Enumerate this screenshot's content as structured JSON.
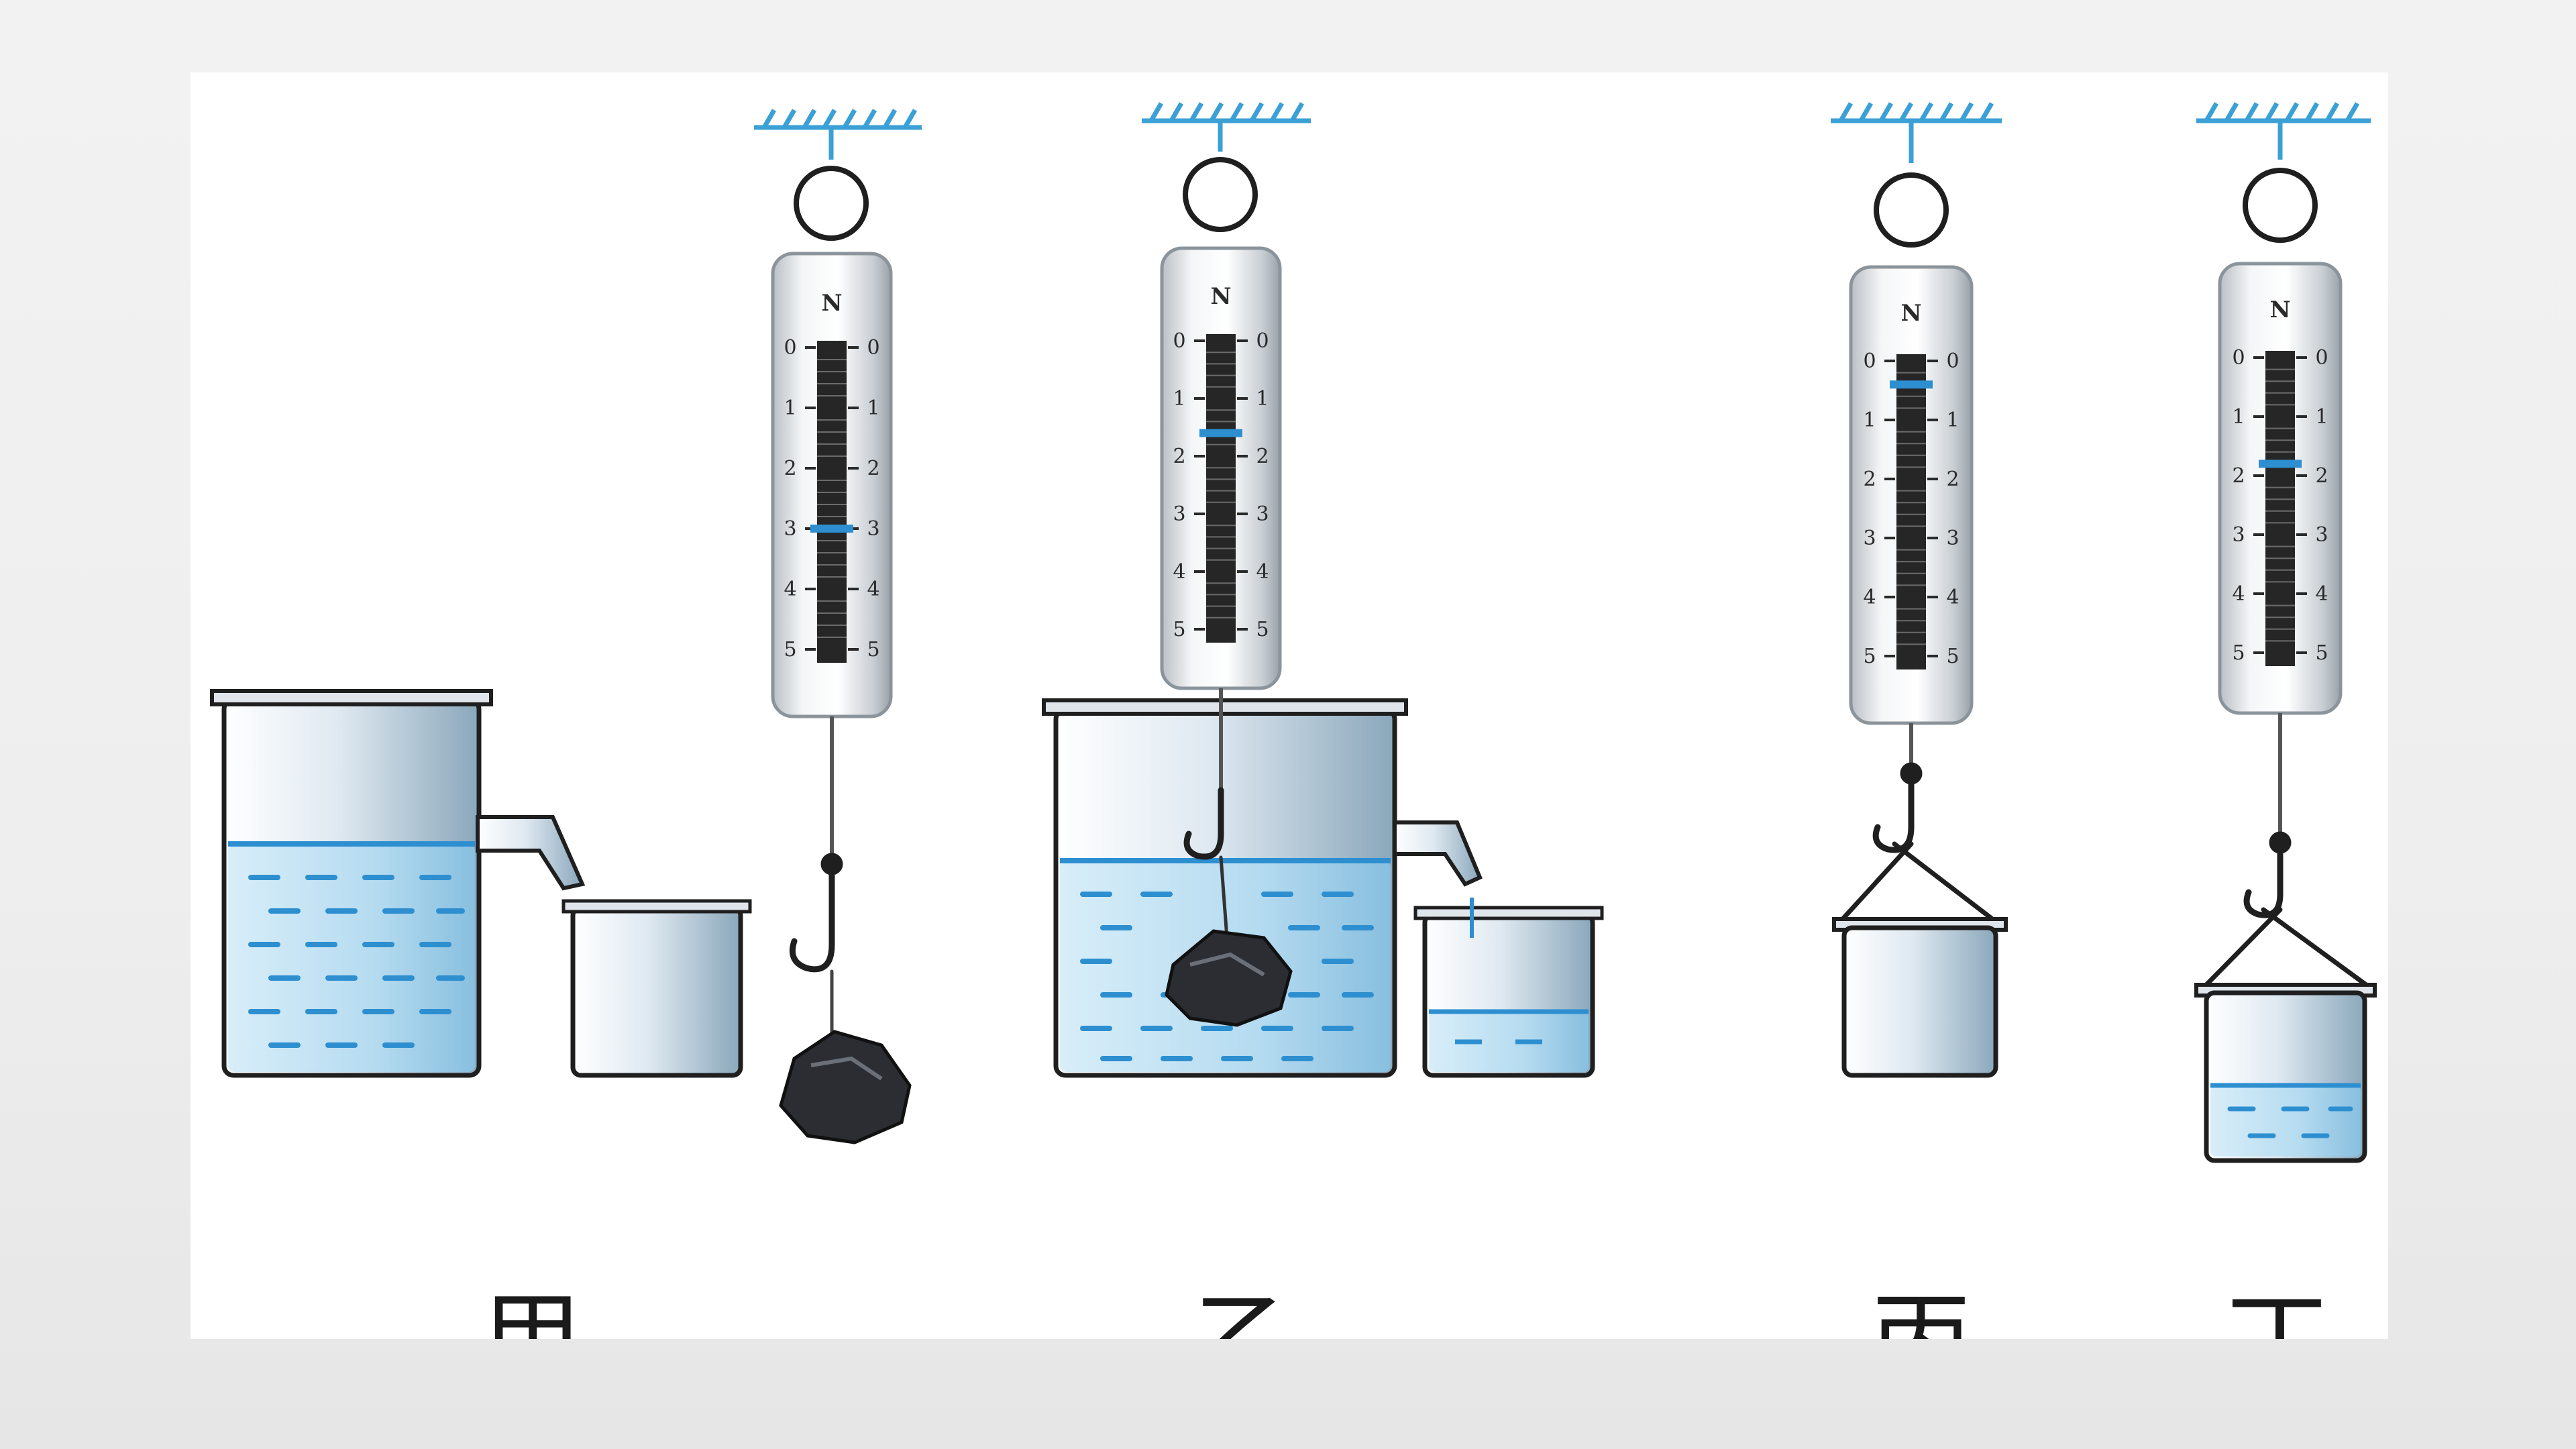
{
  "labels": {
    "jia": "甲",
    "yi": "乙",
    "bing": "丙",
    "ding": "丁"
  },
  "scale": {
    "unit": "N",
    "ticks": [
      "0",
      "1",
      "2",
      "3",
      "4",
      "5"
    ]
  },
  "readings": {
    "jia": 3.0,
    "yi": 1.6,
    "bing": 0.4,
    "ding": 1.8
  },
  "colors": {
    "water": "#4aa3d8",
    "water_light": "#a9d6f0",
    "support": "#3aa0d5",
    "outline": "#1f1f1f",
    "stone": "#2b2d33",
    "pointer": "#2d8fd0"
  },
  "icons": {
    "support": "ceiling-hatch-icon",
    "hook": "hook-icon",
    "stone": "stone-icon"
  }
}
